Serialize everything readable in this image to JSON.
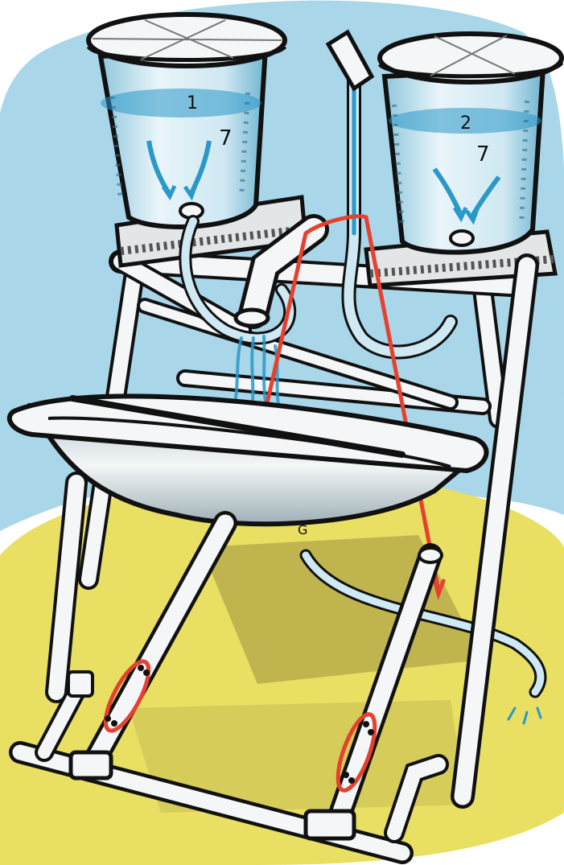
{
  "illustration": {
    "subject": "",
    "colors": {
      "background": "#ffffff",
      "sky_blob": "#a9d6e8",
      "ground_blob": "#e8df63",
      "shadow": "#b9ad4a",
      "pipe_fill": "#f4f6f7",
      "outline": "#111111",
      "water": "#2a98c8",
      "water_light": "#cfe9f4",
      "rope": "#e6402f",
      "basin_shade": "#c9d2d6"
    },
    "tank_left_numbers": [
      "1",
      "7"
    ],
    "tank_right_numbers": [
      "2",
      "7"
    ],
    "basin_mark": "G"
  }
}
